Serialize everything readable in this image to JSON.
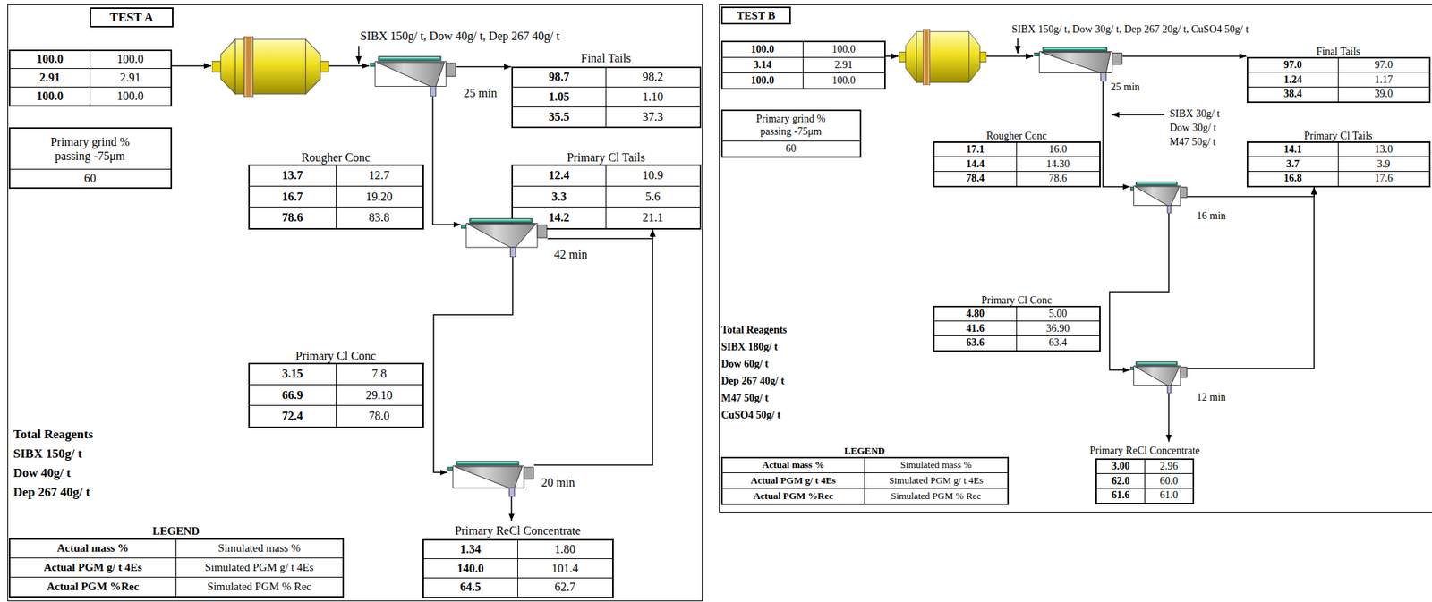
{
  "diagram": {
    "nodes": [
      {
        "text": [
          "TEST A"
        ]
      },
      {
        "text": [
          "100.0",
          "100.0",
          "2.91",
          "2.91",
          "100.0",
          "100.0"
        ],
        "in": 0
      },
      {
        "text": [
          "Primary grind % passing -75μm",
          "60"
        ],
        "in": 0
      },
      {
        "text": [
          "25 min"
        ],
        "in": 0
      },
      {
        "text": [
          "Final Tails",
          "98.7",
          "98.2",
          "1.05",
          "1.10",
          "35.5",
          "37.3"
        ],
        "in": 0
      },
      {
        "text": [
          "Rougher Conc",
          "13.7",
          "12.7",
          "16.7",
          "19.20",
          "78.6",
          "83.8"
        ],
        "in": 0
      },
      {
        "text": [
          "Primary Cl Tails",
          "12.4",
          "10.9",
          "3.3",
          "5.6",
          "14.2",
          "21.1"
        ],
        "in": 0
      },
      {
        "text": [
          "42 min"
        ],
        "in": 0
      },
      {
        "text": [
          "Primary Cl Conc",
          "3.15",
          "7.8",
          "66.9",
          "29.10",
          "72.4",
          "78.0"
        ],
        "in": 0
      },
      {
        "text": [
          "20 min"
        ],
        "in": 0
      },
      {
        "text": [
          "LEGEND",
          "Actual mass %",
          "Simulated mass %",
          "Actual PGM g/ t 4Es",
          "Simulated PGM g/ t 4Es",
          "Actual PGM %Rec",
          "Simulated PGM % Rec"
        ],
        "in": 0
      },
      {
        "text": [
          "Primary ReCl Concentrate",
          "1.34",
          "1.80",
          "140.0",
          "101.4",
          "64.5",
          "62.7"
        ],
        "in": 0
      },
      {
        "text": [
          "TEST B"
        ]
      },
      {
        "text": [
          "100.0",
          "100.0",
          "3.14",
          "2.91",
          "100.0",
          "100.0"
        ],
        "in": 12
      },
      {
        "text": [
          "25 min"
        ],
        "in": 12
      },
      {
        "text": [
          "Final Tails",
          "97.0",
          "97.0",
          "1.24",
          "1.17",
          "38.4",
          "39.0"
        ],
        "in": 12
      },
      {
        "text": [
          "Primary grind % passing -75μm",
          "60"
        ],
        "in": 12
      },
      {
        "text": [
          "Rougher Conc",
          "17.1",
          "16.0",
          "14.4",
          "14.30",
          "78.4",
          "78.6"
        ],
        "in": 12
      },
      {
        "text": [
          "Primary Cl Tails",
          "14.1",
          "13.0",
          "3.7",
          "3.9",
          "16.8",
          "17.6"
        ],
        "in": 12
      },
      {
        "text": [
          "16 min"
        ],
        "in": 12
      },
      {
        "text": [
          "Primary Cl Conc",
          "4.80",
          "5.00",
          "41.6",
          "36.90",
          "63.6",
          "63.4"
        ],
        "in": 12
      },
      {
        "text": [
          "12 min"
        ],
        "in": 12
      },
      {
        "text": [
          "LEGEND",
          "Actual mass %",
          "Simulated mass %",
          "Actual PGM g/ t 4Es",
          "Simulated PGM g/ t 4Es",
          "Actual PGM %Rec",
          "Simulated PGM % Rec"
        ],
        "in": 12
      },
      {
        "text": [
          "Primary ReCl Concentrate",
          "3.00",
          "2.96",
          "62.0",
          "60.0",
          "61.6",
          "61.0"
        ],
        "in": 12
      }
    ],
    "edges": [
      {
        "from": 3,
        "to": 4,
        "arrow": "to"
      },
      {
        "from": 3,
        "to": 7,
        "arrow": "to"
      },
      {
        "from": 7,
        "to": 6,
        "arrow": "to"
      },
      {
        "from": 7,
        "to": 9,
        "arrow": "to"
      },
      {
        "from": 9,
        "to": 6,
        "arrow": "to"
      },
      {
        "from": 9,
        "to": 11,
        "arrow": "to"
      },
      {
        "from": 14,
        "to": 15,
        "arrow": "to"
      },
      {
        "from": 14,
        "to": 19,
        "arrow": "to"
      },
      {
        "from": 19,
        "to": 18,
        "arrow": "to"
      },
      {
        "from": 19,
        "to": 21,
        "arrow": "to"
      },
      {
        "from": 21,
        "to": 18,
        "arrow": "to"
      },
      {
        "from": 21,
        "to": 23,
        "arrow": "to"
      }
    ],
    "labels": [
      "SIBX 150g/ t, Dow 40g/ t, Dep 267 40g/ t",
      "Total Reagents",
      "SIBX 150g/ t",
      "Dow 40g/ t",
      "Dep 267 40g/ t",
      "SIBX 150g/ t, Dow 30g/ t, Dep 267 20g/ t, CuSO4 50g/ t",
      "SIBX 30g/ t",
      "Dow 30g/ t",
      "M47 50g/ t",
      "Total Reagents",
      "SIBX 180g/ t",
      "Dow 60g/ t",
      "Dep 267 40g/ t",
      "M47 50g/ t",
      "CuSO4 50g/ t"
    ]
  }
}
